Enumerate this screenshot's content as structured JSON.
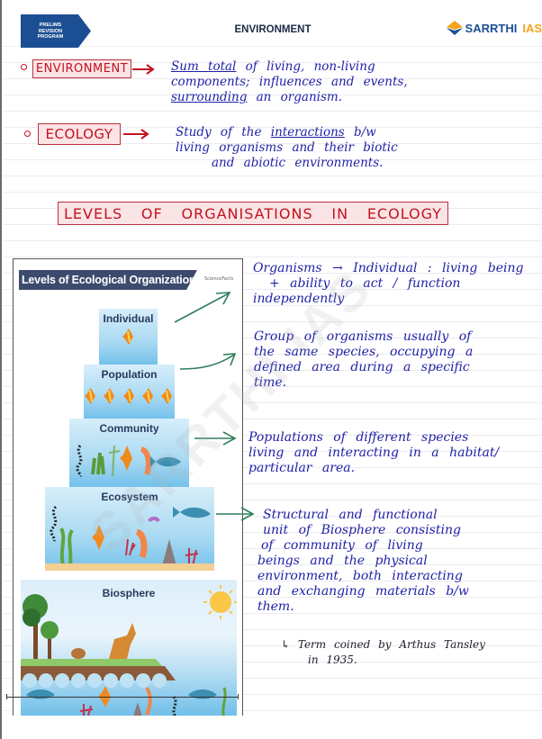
{
  "header": {
    "badge_lines": [
      "PRELIMS",
      "REVISION",
      "PROGRAM"
    ],
    "title": "ENVIRONMENT",
    "brand_name": "SARRTHI",
    "brand_accent": "IAS",
    "brand_color": "#1c4e93",
    "accent_color": "#f4a51d"
  },
  "definitions": [
    {
      "term": "ENVIRONMENT",
      "lines": [
        [
          "Sum total",
          " of living, non-living"
        ],
        [
          "components; influences and events,"
        ],
        [
          "surrounding",
          " an organism."
        ]
      ]
    },
    {
      "term": "ECOLOGY",
      "lines": [
        [
          "Study of the ",
          "interactions",
          " b/w"
        ],
        [
          "living organisms and their biotic"
        ],
        [
          "and abiotic environments."
        ]
      ]
    }
  ],
  "section_heading": {
    "words": [
      "LEVELS",
      "OF",
      "ORGANISATIONS",
      "IN",
      "ECOLOGY"
    ]
  },
  "figure": {
    "title": "Levels of Ecological Organization",
    "logo_text": "ScienceFacts",
    "tiers": [
      {
        "label": "Individual"
      },
      {
        "label": "Population"
      },
      {
        "label": "Community"
      },
      {
        "label": "Ecosystem"
      },
      {
        "label": "Biosphere"
      }
    ]
  },
  "notes": {
    "individual": [
      "Organisms → Individual : living being",
      "+ ability to act / function",
      "independently"
    ],
    "population": [
      "Group of organisms usually of",
      "the same species, occupying a",
      "defined area during a specific",
      "time."
    ],
    "community": [
      "Populations of different species",
      "living and interacting in a habitat/",
      "particular area."
    ],
    "ecosystem": [
      "Structural and functional",
      "unit of Biosphere consisting",
      "of community of living",
      "beings and the physical",
      "environment, both interacting",
      "and exchanging materials b/w",
      "them."
    ],
    "footnote": [
      "↳ Term coined by Arthus Tansley",
      "in 1935."
    ]
  },
  "watermark": "SARRTHI IAS",
  "colors": {
    "ink_blue": "#1f1fa6",
    "ink_red": "#c2121f",
    "box_fill": "#fbe4e5",
    "arrow_green": "#2e7d5b"
  }
}
